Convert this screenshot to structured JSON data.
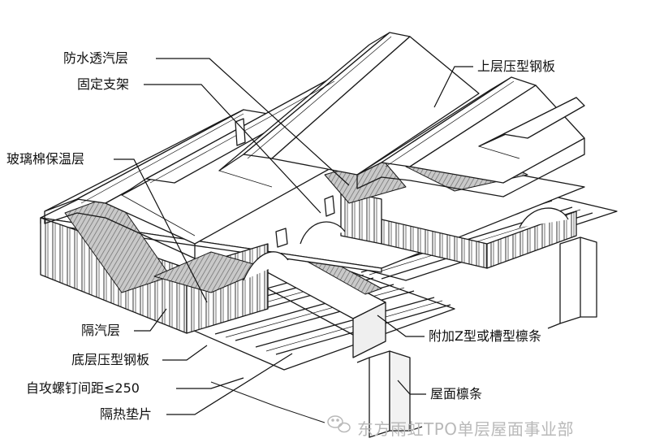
{
  "labels": {
    "waterproof_breathable": "防水透汽层",
    "fixed_bracket": "固定支架",
    "glass_wool": "玻璃棉保温层",
    "upper_steel_sheet": "上层压型钢板",
    "vapor_barrier": "隔汽层",
    "bottom_steel_sheet": "底层压型钢板",
    "screw_spacing": "自攻螺钉间距≤250",
    "thermal_pad": "隔热垫片",
    "extra_purlin": "附加Z型或槽型檩条",
    "roof_purlin": "屋面檩条"
  },
  "watermark": {
    "text": "东方雨虹TPO单层屋面事业部",
    "icon": "wechat-icon",
    "color": "#b9b9b9"
  },
  "colors": {
    "line": "#1a1a1a",
    "insulation": "#b5b5b5",
    "background": "#ffffff"
  }
}
